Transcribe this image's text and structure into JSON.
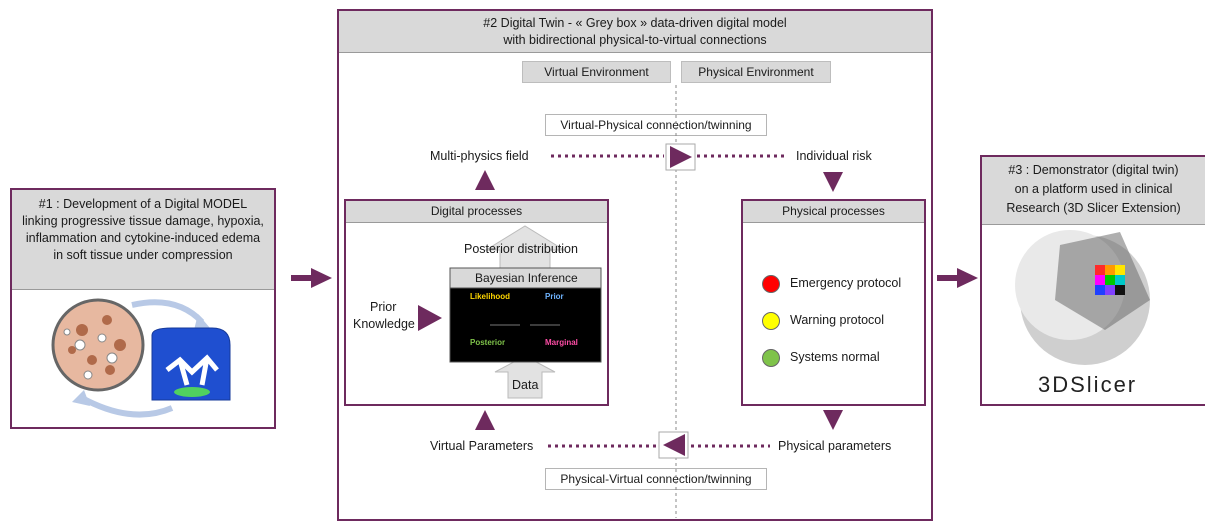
{
  "panel1": {
    "title": "#1 : Development of a Digital MODEL linking progressive tissue damage, hypoxia, inflammation and cytokine-induced edema in soft tissue under compression"
  },
  "panel2": {
    "title_line1": "#2 Digital Twin - « Grey box » data-driven digital model",
    "title_line2": "with bidirectional physical-to-virtual connections",
    "virtual_env": "Virtual Environment",
    "physical_env": "Physical Environment",
    "vp_connection": "Virtual-Physical connection/twinning",
    "pv_connection": "Physical-Virtual connection/twinning",
    "multi_physics": "Multi-physics field",
    "individual_risk": "Individual risk",
    "virtual_params": "Virtual Parameters",
    "physical_params": "Physical parameters",
    "digital_processes": "Digital processes",
    "physical_processes": "Physical processes",
    "posterior": "Posterior distribution",
    "prior_line1": "Prior",
    "prior_line2": "Knowledge",
    "bayes_title": "Bayesian Inference",
    "bayes_likelihood": "Likelihood",
    "bayes_prior": "Prior",
    "bayes_posterior": "Posterior",
    "bayes_marginal": "Marginal",
    "data": "Data",
    "protocols": [
      {
        "label": "Emergency protocol",
        "color": "#ff0000"
      },
      {
        "label": "Warning protocol",
        "color": "#ffff00"
      },
      {
        "label": "Systems normal",
        "color": "#7fc34a"
      }
    ]
  },
  "panel3": {
    "title_line1": "#3 : Demonstrator (digital twin)",
    "title_line2": "on a platform used in clinical",
    "title_line3": "Research (3D Slicer Extension)",
    "logo_text": "3DSlicer"
  },
  "colors": {
    "accent": "#6e2a5e",
    "header_grey": "#d9d9d9"
  }
}
